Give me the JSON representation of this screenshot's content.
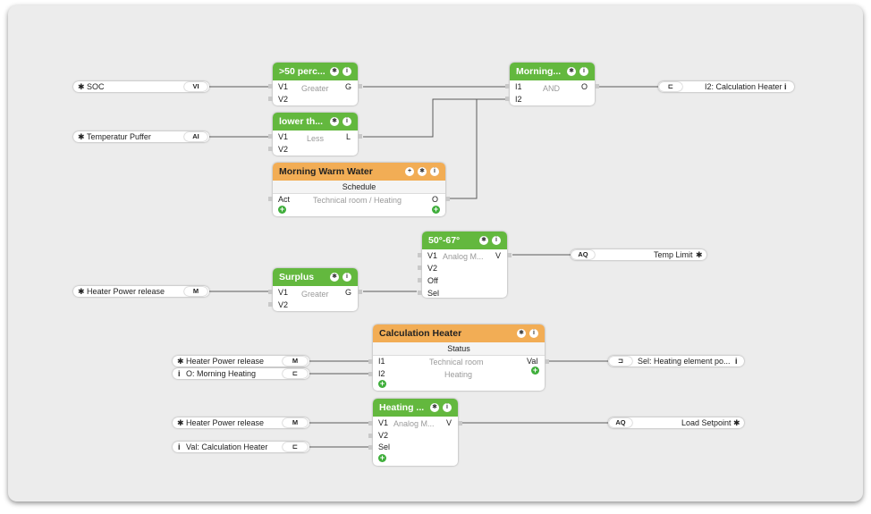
{
  "inputs": {
    "soc": {
      "label": "SOC",
      "tag": "VI"
    },
    "temp_puffer": {
      "label": "Temperatur Puffer",
      "tag": "AI"
    },
    "heater_power_1": {
      "label": "Heater Power release",
      "tag": "M"
    },
    "heater_power_2": {
      "label": "Heater Power release",
      "tag": "M"
    },
    "morning_heating": {
      "label": "O: Morning Heating",
      "tag": "⊏"
    },
    "heater_power_3": {
      "label": "Heater Power release",
      "tag": "M"
    },
    "calc_heater_val": {
      "label": "Val: Calculation Heater",
      "tag": "⊏"
    }
  },
  "outputs": {
    "calc_heater": {
      "label": "I2: Calculation Heater",
      "tag": "⊏"
    },
    "temp_limit": {
      "label": "Temp Limit",
      "tag": "AQ"
    },
    "heating_element": {
      "label": "Sel: Heating element po...",
      "tag": "⊐"
    },
    "load_setpoint": {
      "label": "Load Setpoint",
      "tag": "AQ"
    }
  },
  "blocks": {
    "greater50": {
      "title": ">50 perc...",
      "in1": "V1",
      "in2": "V2",
      "op": "Greater",
      "out": "G"
    },
    "lower": {
      "title": "lower th...",
      "in1": "V1",
      "in2": "V2",
      "op": "Less",
      "out": "L"
    },
    "morning_and": {
      "title": "Morning...",
      "in1": "I1",
      "in2": "I2",
      "op": "AND",
      "out": "O"
    },
    "morning_warm_water": {
      "title": "Morning Warm Water",
      "sub": "Schedule",
      "in1": "Act",
      "op": "Technical room / Heating",
      "out": "O"
    },
    "analog_5067": {
      "title": "50°-67°",
      "in1": "V1",
      "in2": "V2",
      "in3": "Off",
      "in4": "Sel",
      "op": "Analog M...",
      "out": "V"
    },
    "surplus": {
      "title": "Surplus",
      "in1": "V1",
      "in2": "V2",
      "op": "Greater",
      "out": "G"
    },
    "calculation_heater": {
      "title": "Calculation Heater",
      "sub": "Status",
      "in1": "I1",
      "in2": "I2",
      "op1": "Technical room",
      "op2": "Heating",
      "out": "Val"
    },
    "heating_analog": {
      "title": "Heating ...",
      "in1": "V1",
      "in2": "V2",
      "in3": "Sel",
      "op": "Analog M...",
      "out": "V"
    }
  },
  "icons": {
    "gear": "✱",
    "info": "i",
    "plus": "+"
  }
}
